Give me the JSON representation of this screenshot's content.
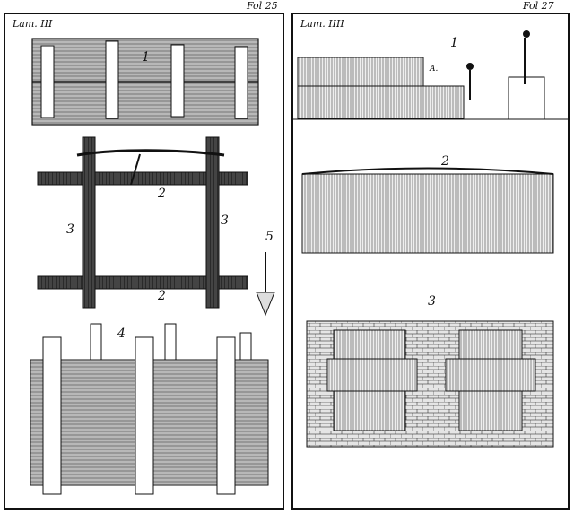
{
  "folios": {
    "left": "Fol 25",
    "right": "Fol 27"
  },
  "plates": {
    "left": {
      "title": "Lam. III"
    },
    "right": {
      "title": "Lam. IIII"
    }
  },
  "left_figures": {
    "fig1": "1",
    "fig2a": "2",
    "fig2b": "2",
    "fig3a": "3",
    "fig3b": "3",
    "fig4": "4",
    "fig5": "5"
  },
  "right_figures": {
    "fig1": "1",
    "fig1_label": "A.",
    "fig2": "2",
    "fig3": "3"
  },
  "colors": {
    "ink": "#111111",
    "paper": "#ffffff",
    "wood": "#3a3a3a"
  }
}
